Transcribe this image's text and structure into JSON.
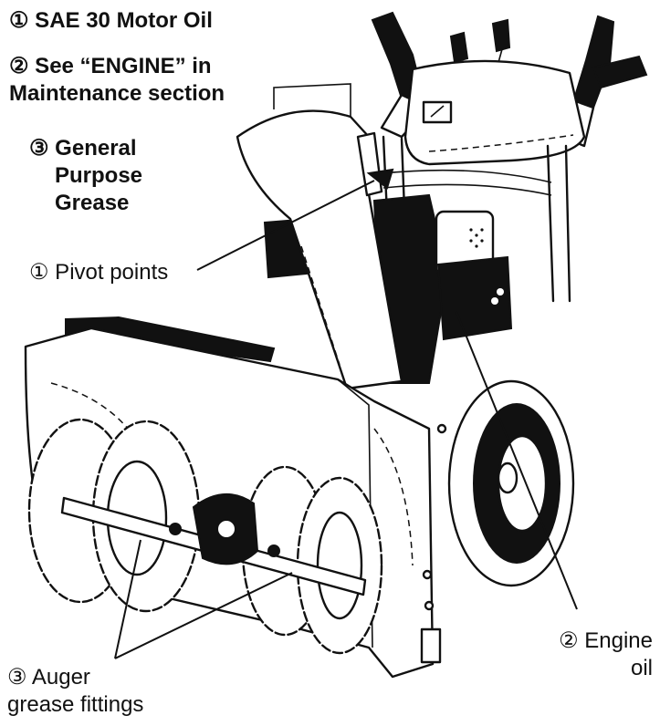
{
  "legend": {
    "item1": "① SAE 30 Motor Oil",
    "item2_line1": "② See “ENGINE” in",
    "item2_line2": "Maintenance section",
    "item3_line1": "③ General",
    "item3_line2": "Purpose",
    "item3_line3": "Grease"
  },
  "callouts": {
    "pivot": "① Pivot points",
    "engine_line1": "② Engine",
    "engine_line2": "oil",
    "auger_line1": "③ Auger",
    "auger_line2": "grease fittings"
  }
}
